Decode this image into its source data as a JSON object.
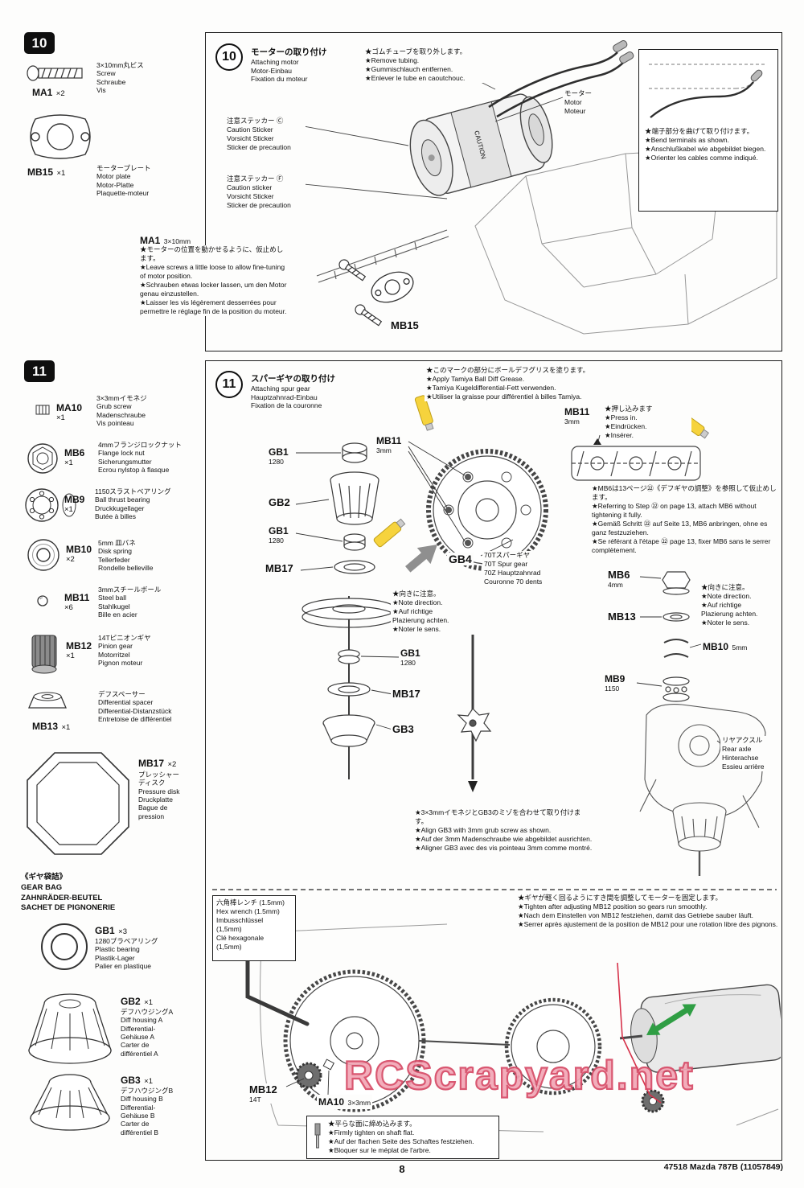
{
  "page": {
    "number": "8",
    "footer": "47518 Mazda 787B (11057849)",
    "watermark": "RCScrapyard.net"
  },
  "step10": {
    "number": "10",
    "title_jp": "モーターの取り付け",
    "title_rest": "Attaching motor\nMotor-Einbau\nFixation du moteur",
    "parts": [
      {
        "code": "MA1",
        "qty": "×2",
        "desc": "3×10mm丸ビス\nScrew\nSchraube\nVis"
      },
      {
        "code": "MB15",
        "qty": "×1",
        "desc": "モータープレート\nMotor plate\nMotor-Platte\nPlaquette-moteur"
      }
    ],
    "remove_tubing": "★ゴムチューブを取り外します。\n★Remove tubing.\n★Gummischlauch entfernen.\n★Enlever le tube en caoutchouc.",
    "motor_label": "モーター\nMotor\nMoteur",
    "motor_sticker_text": "CAUTION",
    "caution_c": "注意ステッカー Ⓒ\nCaution Sticker\nVorsicht Sticker\nSticker de precaution",
    "caution_f": "注意ステッカー Ⓕ\nCaution sticker\nVorsicht Sticker\nSticker de precaution",
    "bend_terminals": "★端子部分を曲げて取り付けます。\n★Bend terminals as shown.\n★Anschlußkabel wie abgebildet biegen.\n★Orienter les cables comme indiqué.",
    "ma1_callout_code": "MA1",
    "ma1_callout_size": "3×10mm",
    "ma1_note": "★モーターの位置を動かせるように、仮止めします。\n★Leave screws a little loose to allow fine-tuning of motor position.\n★Schrauben etwas locker lassen, um den Motor genau einzustellen.\n★Laisser les vis légèrement desserrées pour permettre le réglage fin de la position du moteur.",
    "mb15_callout": "MB15"
  },
  "step11": {
    "number": "11",
    "title_jp": "スパーギヤの取り付け",
    "title_rest": "Attaching spur gear\nHauptzahnrad-Einbau\nFixation de la couronne",
    "parts": [
      {
        "code": "MA10",
        "qty": "×1",
        "desc": "3×3mmイモネジ\nGrub screw\nMadenschraube\nVis pointeau"
      },
      {
        "code": "MB6",
        "qty": "×1",
        "desc": "4mmフランジロックナット\nFlange lock nut\nSicherungsmutter\nEcrou nylstop à flasque"
      },
      {
        "code": "MB9",
        "qty": "×1",
        "desc": "1150スラストベアリング\nBall thrust bearing\nDruckkugellager\nButée à billes"
      },
      {
        "code": "MB10",
        "qty": "×2",
        "desc": "5mm 皿バネ\nDisk spring\nTellerfeder\nRondelle belleville"
      },
      {
        "code": "MB11",
        "qty": "×6",
        "desc": "3mmスチールボール\nSteel ball\nStahlkugel\nBille en acier"
      },
      {
        "code": "MB12",
        "qty": "×1",
        "desc": "14Tピニオンギヤ\nPinion gear\nMotorritzel\nPignon moteur"
      },
      {
        "code": "MB13",
        "qty": "×1",
        "desc": "デフスペーサー\nDifferential spacer\nDifferential-Distanzstück\nEntretoise de différentiel"
      },
      {
        "code": "MB17",
        "qty": "×2",
        "desc": "プレッシャー\nディスク\nPressure disk\nDruckplatte\nBague de\npression"
      }
    ],
    "gear_bag": {
      "header": "《ギヤ袋詰》\nGEAR BAG\nZAHNRÄDER-BEUTEL\nSACHET DE PIGNONERIE",
      "parts": [
        {
          "code": "GB1",
          "qty": "×3",
          "desc": "1280プラベアリング\nPlastic bearing\nPlastik-Lager\nPalier en plastique"
        },
        {
          "code": "GB2",
          "qty": "×1",
          "desc": "デフハウジングA\nDiff housing A\nDifferential-\nGehäuse A\nCarter de\ndifférentiel A"
        },
        {
          "code": "GB3",
          "qty": "×1",
          "desc": "デフハウジングB\nDiff housing B\nDifferential-\nGehäuse B\nCarter de\ndifférentiel B"
        }
      ]
    },
    "grease_note": "★このマークの部分にボールデフグリスを塗ります。\n★Apply Tamiya Ball Diff Grease.\n★Tamiya Kugeldifferential-Fett verwenden.\n★Utiliser la graisse pour différentiel à billes Tamiya.",
    "mb11_code": "MB11",
    "mb11_size": "3mm",
    "press_note": "★押し込みます\n★Press in.\n★Eindrücken.\n★Insérer.",
    "mb6_ref_note": "★MB6は13ページ㉒《デフギヤの調整》を参照して仮止めします。\n★Referring to Step ㉒ on page 13, attach MB6 without tightening it fully.\n★Gemäß Schritt ㉒ auf Seite 13, MB6 anbringen, ohne es ganz festzuziehen.\n★Se référant à l'étape ㉒ page 13, fixer MB6 sans le serrer complètement.",
    "gb1_code": "GB1",
    "gb1_size": "1280",
    "gb2_code": "GB2",
    "mb17_code": "MB17",
    "gb3_code": "GB3",
    "gb4_code": "GB4",
    "gb4_desc": "70Tスパーギヤ\n70T Spur gear\n70Z Hauptzahnrad\nCouronne 70 dents",
    "direction_note": "★向きに注意。\n★Note direction.\n★Auf richtige\nPlazierung achten.\n★Noter le sens.",
    "mb6_callout_code": "MB6",
    "mb6_callout_size": "4mm",
    "mb13_callout": "MB13",
    "mb10_callout_code": "MB10",
    "mb10_callout_size": "5mm",
    "mb9_callout_code": "MB9",
    "mb9_callout_size": "1150",
    "rear_axle": "リヤアクスル\nRear axle\nHinterachse\nEssieu arrière",
    "align_note": "★3×3mmイモネジとGB3のミゾを合わせて取り付けます。\n★Align GB3 with 3mm grub screw as shown.\n★Auf der 3mm Madenschraube wie abgebildet ausrichten.\n★Aligner GB3 avec des vis pointeau 3mm comme montré.",
    "hex_wrench": "六角棒レンチ (1.5mm)\nHex wrench (1.5mm)\nImbusschlüssel\n(1,5mm)\nClé hexagonale\n(1,5mm)",
    "adjust_note": "★ギヤが軽く回るようにすき間を調整してモーターを固定します。\n★Tighten after adjusting MB12 position so gears run smoothly.\n★Nach dem Einstellen von MB12 festziehen, damit das Getriebe sauber läuft.\n★Serrer après ajustement de la position de MB12 pour une rotation libre des pignons.",
    "mb12_callout_code": "MB12",
    "mb12_callout_size": "14T",
    "ma10_callout_code": "MA10",
    "ma10_callout_size": "3×3mm",
    "flat_note": "★平らな面に締め込みます。\n★Firmly tighten on shaft flat.\n★Auf der flachen Seite des Schaftes festziehen.\n★Bloquer sur le méplat de l'arbre."
  }
}
